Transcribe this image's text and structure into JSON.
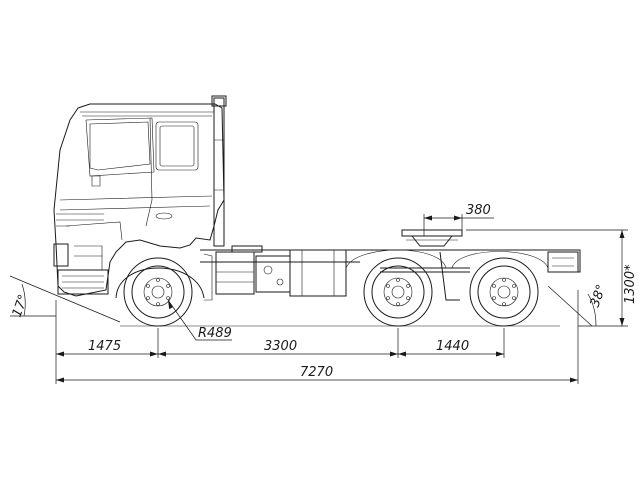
{
  "drawing": {
    "dimensions": {
      "front_overhang": "1475",
      "wheelbase": "3300",
      "rear_axle_spacing": "1440",
      "overall_length": "7270",
      "fifth_wheel_offset": "380",
      "fifth_wheel_height": "1300*",
      "turning_radius": "R489",
      "approach_angle": "17°",
      "departure_angle": "38°"
    }
  }
}
